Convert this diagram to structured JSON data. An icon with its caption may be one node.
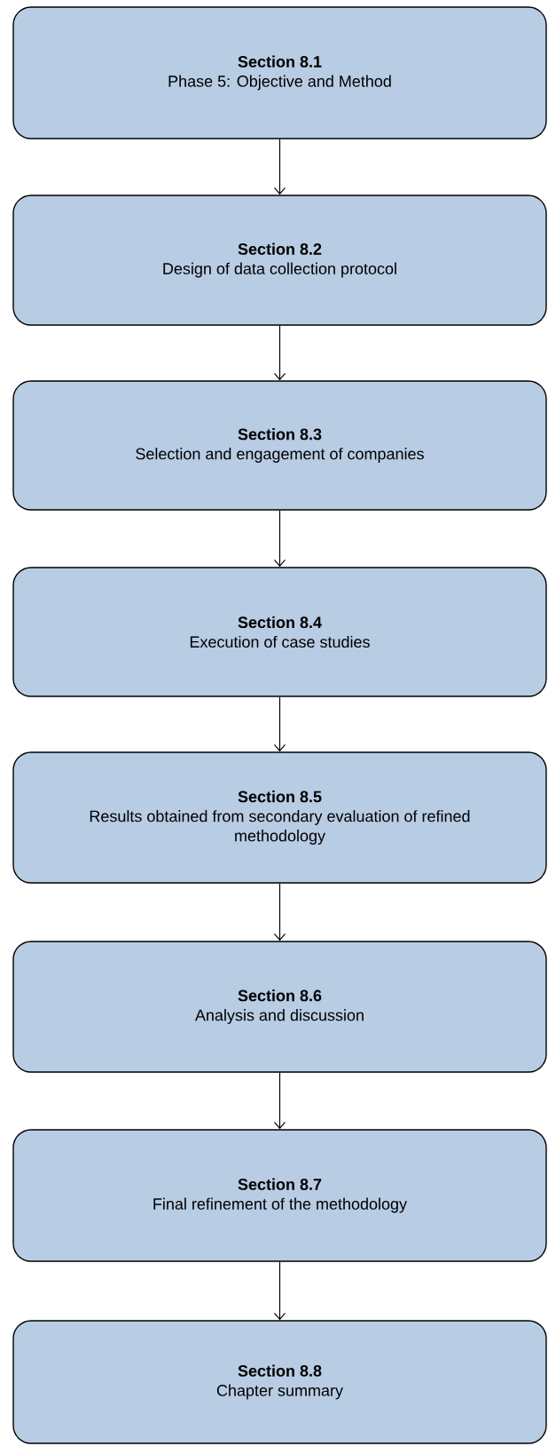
{
  "diagram": {
    "nodes": [
      {
        "text": [
          "Section 8.1",
          "Phase 5: Objective and Method"
        ]
      },
      {
        "text": [
          "Section 8.2",
          "Design of data collection protocol"
        ]
      },
      {
        "text": [
          "Section 8.3",
          "Selection and engagement of companies"
        ]
      },
      {
        "text": [
          "Section 8.4",
          "Execution of case studies"
        ]
      },
      {
        "text": [
          "Section 8.5",
          "Results obtained from secondary evaluation of refined methodology"
        ]
      },
      {
        "text": [
          "Section 8.6",
          "Analysis and discussion"
        ]
      },
      {
        "text": [
          "Section 8.7",
          "Final refinement of the methodology"
        ]
      },
      {
        "text": [
          "Section 8.8",
          "Chapter summary"
        ]
      }
    ],
    "edges": [
      {
        "from": 0,
        "to": 1,
        "arrow": "to"
      },
      {
        "from": 1,
        "to": 2,
        "arrow": "to"
      },
      {
        "from": 2,
        "to": 3,
        "arrow": "to"
      },
      {
        "from": 3,
        "to": 4,
        "arrow": "to"
      },
      {
        "from": 4,
        "to": 5,
        "arrow": "to"
      },
      {
        "from": 5,
        "to": 6,
        "arrow": "to"
      },
      {
        "from": 6,
        "to": 7,
        "arrow": "to"
      }
    ]
  }
}
